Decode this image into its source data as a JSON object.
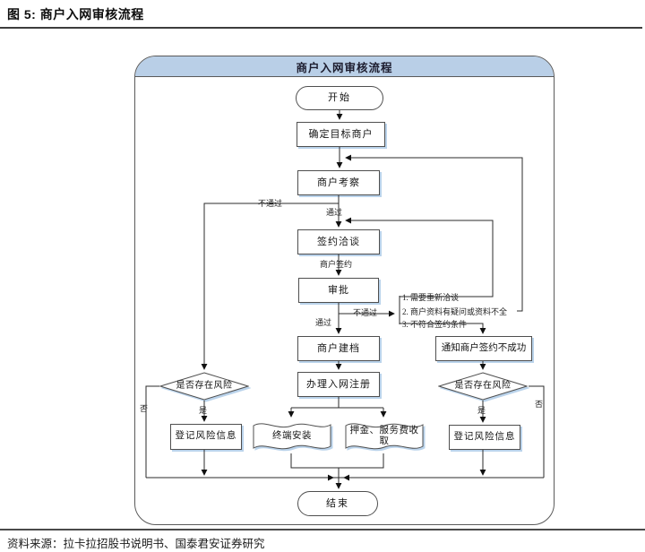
{
  "figure": {
    "caption": "图 5: 商户入网审核流程",
    "source": "资料来源：拉卡拉招股书说明书、国泰君安证券研究"
  },
  "flowchart": {
    "title": "商户入网审核流程",
    "nodes": {
      "start": "开始",
      "determine_target": "确定目标商户",
      "inspect": "商户考察",
      "negotiate": "签约洽谈",
      "approve": "审批",
      "archive": "商户建档",
      "register": "办理入网注册",
      "notify_fail": "通知商户签约不成功",
      "risk_left": "是否存在风险",
      "risk_right": "是否存在风险",
      "log_risk_left": "登记风险信息",
      "log_risk_right": "登记风险信息",
      "terminal_install": "终端安装",
      "deposit_fee": "押金、服务费收取",
      "end": "结束"
    },
    "edge_labels": {
      "inspect_fail": "不通过",
      "inspect_pass": "通过",
      "merchant_sign": "商户签约",
      "approve_fail": "不通过",
      "approve_pass": "通过",
      "left_no": "否",
      "left_yes": "是",
      "right_yes": "是",
      "right_no": "否"
    },
    "fail_reasons": [
      "1. 需要重新洽谈",
      "2. 商户资料有疑问或资料不全",
      "3. 不符合签约条件"
    ],
    "colors": {
      "header_fill": "#b9cfe7",
      "node_border": "#4f4f4f",
      "line": "#2b2b2b",
      "shadow": "#aecbe8"
    }
  }
}
